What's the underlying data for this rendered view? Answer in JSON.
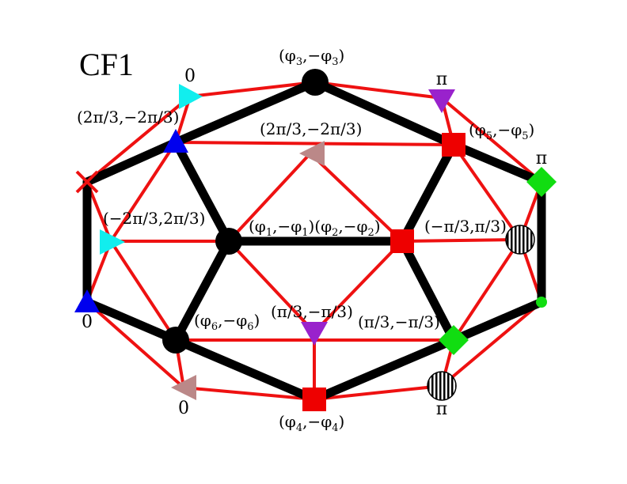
{
  "title": "CF1",
  "colors": {
    "black_edge": "#000000",
    "red_edge": "#ee1111",
    "black_node": "#000000",
    "red_square": "#ee0000",
    "blue": "#0000ee",
    "cyan": "#11eeee",
    "purple": "#9922cc",
    "tan": "#bb8888",
    "green": "#11dd11"
  },
  "labels": {
    "zero_top": "0",
    "zero_left": "0",
    "zero_bottom": "0",
    "pi_top": "π",
    "pi_right": "π",
    "pi_bottom": "π",
    "phi3_prefix": "(φ",
    "phi3_sub": "3",
    "phi3_mid": ",−φ",
    "phi3_sub2": "3",
    "phi3_suffix": ")",
    "phi5_prefix": "(φ",
    "phi5_sub": "5",
    "phi5_mid": ",−φ",
    "phi5_sub2": "5",
    "phi5_suffix": ")",
    "phi12_a": "(φ",
    "phi12_s1": "1",
    "phi12_b": ",−φ",
    "phi12_s2": "1",
    "phi12_c": ")(φ",
    "phi12_s3": "2",
    "phi12_d": ",−φ",
    "phi12_s4": "2",
    "phi12_e": ")",
    "phi6_prefix": "(φ",
    "phi6_sub": "6",
    "phi6_mid": ",−φ",
    "phi6_sub2": "6",
    "phi6_suffix": ")",
    "phi4_prefix": "(φ",
    "phi4_sub": "4",
    "phi4_mid": ",−φ",
    "phi4_sub2": "4",
    "phi4_suffix": ")",
    "twopi_left": "(2π/3,−2π/3)",
    "twopi_center": "(2π/3,−2π/3)",
    "neg_twopi": "(−2π/3,2π/3)",
    "neg_pi3": "(−π/3,π/3)",
    "pi3_center": "(π/3,−π/3)",
    "pi3_right": "(π/3,−π/3)"
  }
}
